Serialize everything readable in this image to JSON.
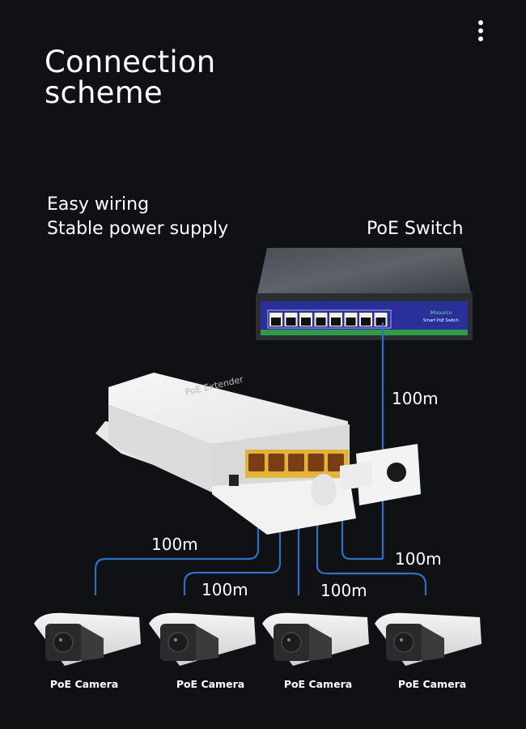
{
  "header": {
    "title_line1": "Connection",
    "title_line2": "scheme",
    "menu_icon": "more-vertical-icon"
  },
  "subtitle": {
    "line1": "Easy wiring",
    "line2": "Stable power supply"
  },
  "switch": {
    "label": "PoE Switch",
    "brand": "Mlsourco",
    "model": "Smart PoE Switch",
    "port_count": 8
  },
  "extender": {
    "label": "PoE Extender",
    "port_count": 5
  },
  "cables": {
    "uplink_distance": "100m",
    "camera_distances": [
      "100m",
      "100m",
      "100m",
      "100m"
    ]
  },
  "cameras": [
    {
      "label": "PoE Camera"
    },
    {
      "label": "PoE Camera"
    },
    {
      "label": "PoE Camera"
    },
    {
      "label": "PoE Camera"
    }
  ],
  "colors": {
    "background": "#0f1115",
    "cable": "#2f6fc4",
    "switch_panel": "#2a2f9a",
    "switch_stripe": "#2f9a4a",
    "port_yellow": "#e2b53a"
  }
}
